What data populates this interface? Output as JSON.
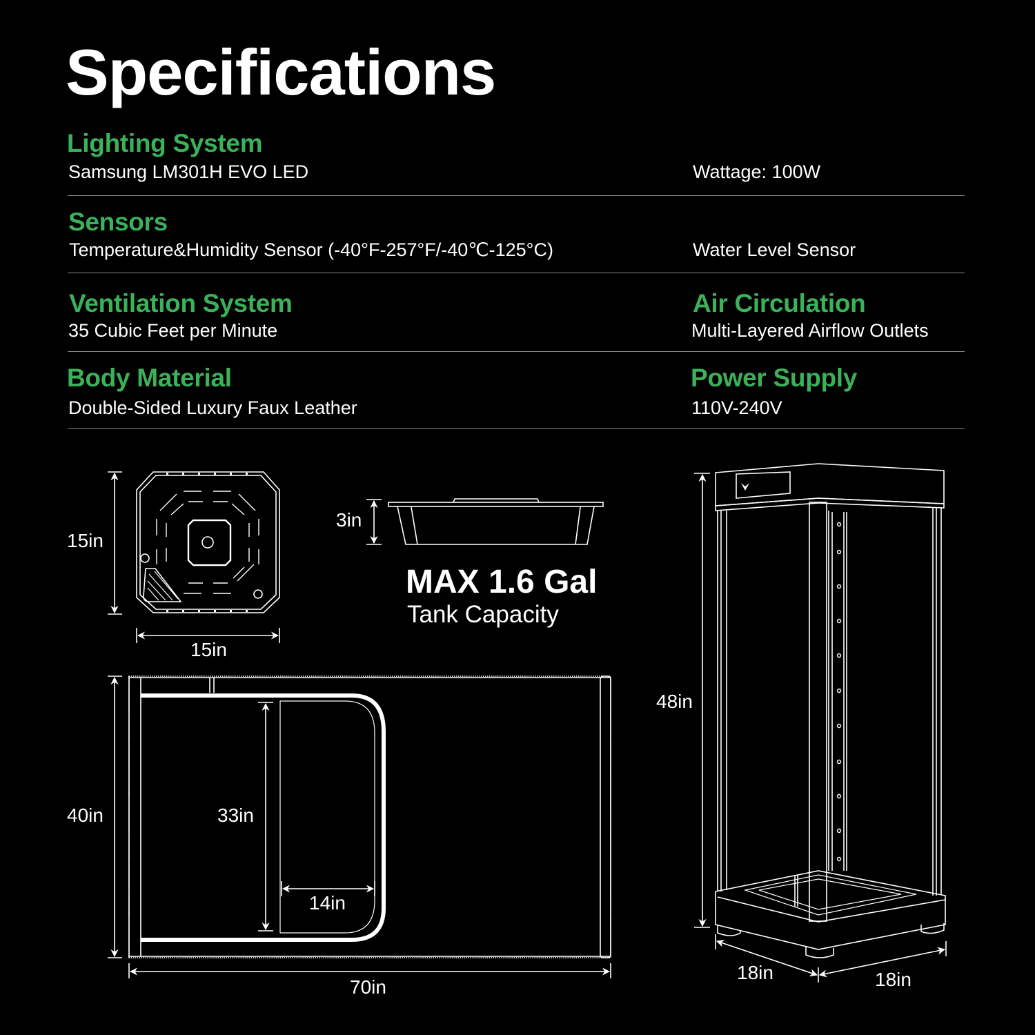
{
  "page": {
    "title": "Specifications",
    "accent_color": "#3bb15a",
    "background_color": "#000000"
  },
  "specs": [
    {
      "label": "Lighting System",
      "value": "Samsung LM301H EVO LED",
      "extra_value": "Wattage: 100W"
    },
    {
      "label": "Sensors",
      "value": "Temperature&Humidity Sensor (-40°F-257°F/-40℃-125°C)",
      "extra_value": "Water Level Sensor"
    },
    {
      "label": "Ventilation System",
      "value": "35 Cubic Feet per Minute"
    },
    {
      "label": "Air Circulation",
      "value": "Multi-Layered Airflow Outlets"
    },
    {
      "label": "Body Material",
      "value": "Double-Sided Luxury Faux Leather"
    },
    {
      "label": "Power Supply",
      "value": "110V-240V"
    }
  ],
  "diagrams": {
    "tray_top": {
      "height": "15in",
      "width": "15in"
    },
    "tank": {
      "height": "3in",
      "capacity": "MAX 1.6 Gal",
      "capacity_label": "Tank Capacity"
    },
    "body_panel": {
      "height": "40in",
      "width": "70in",
      "door_height": "33in",
      "door_width": "14in"
    },
    "cabinet": {
      "height": "48in",
      "depth": "18in",
      "width": "18in"
    }
  }
}
